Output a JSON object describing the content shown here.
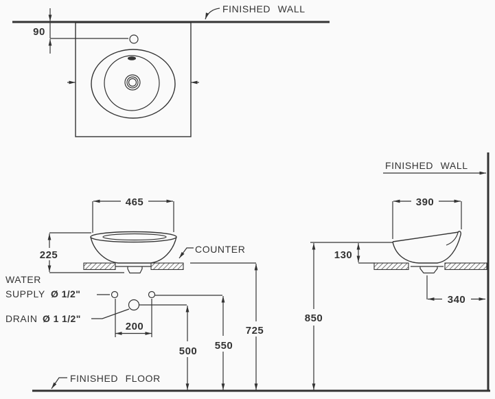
{
  "colors": {
    "line": "#333333",
    "background": "#fafafa"
  },
  "plan_view": {
    "finished_wall_label": "FINISHED WALL",
    "dim_faucet_offset": "90"
  },
  "front_view": {
    "dim_width": "465",
    "dim_height": "225",
    "counter_label": "COUNTER",
    "water_supply": {
      "line1": "WATER",
      "line2": "SUPPLY",
      "size": "Ø 1/2\""
    },
    "drain": {
      "label": "DRAIN",
      "size": "Ø 1 1/2\""
    },
    "dim_hole_spacing": "200",
    "dim_drain_height": "500",
    "dim_supply_height": "550",
    "dim_counter_height": "725"
  },
  "side_view": {
    "finished_wall_label": "FINISHED WALL",
    "dim_depth": "390",
    "dim_rim_above_counter": "130",
    "dim_drain_to_wall": "340",
    "dim_rim_height": "850"
  },
  "floor": {
    "label": "FINISHED FLOOR"
  }
}
